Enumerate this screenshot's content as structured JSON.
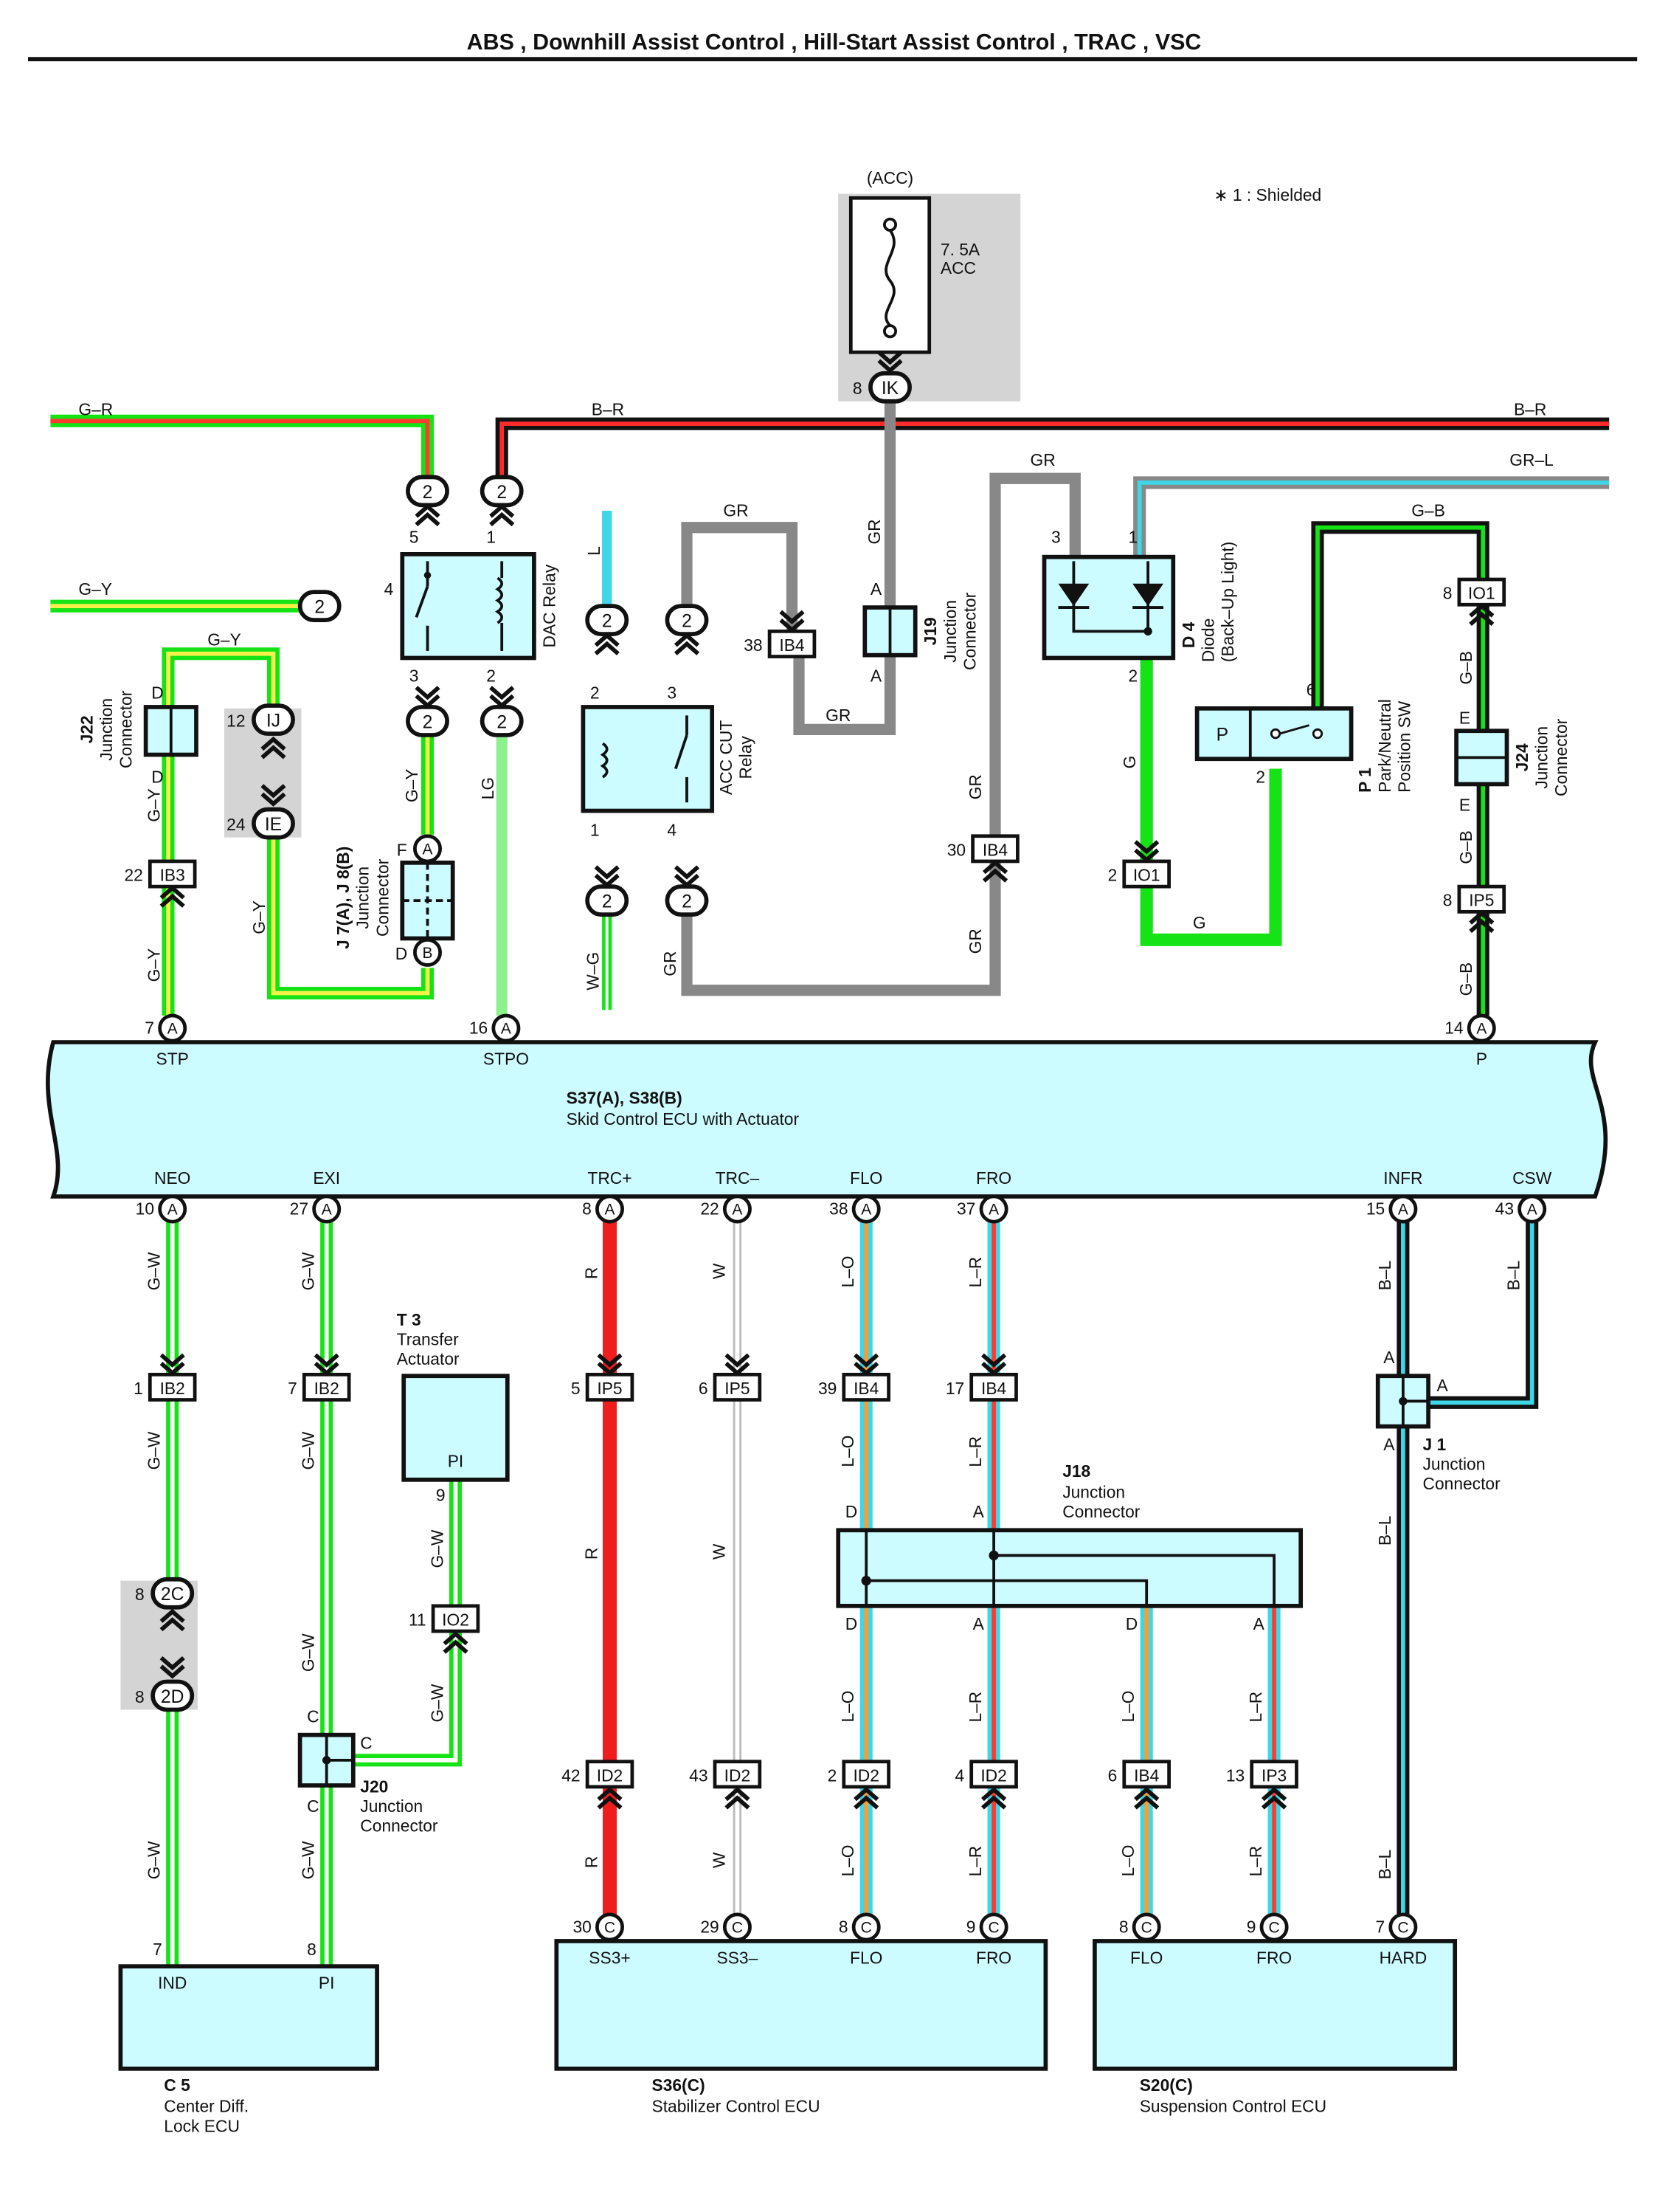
{
  "title": "ABS , Downhill Assist Control , Hill-Start Assist Control , TRAC , VSC",
  "note": "∗ 1 : Shielded",
  "colors": {
    "G-R": [
      "#15e315",
      "#ff3b2f"
    ],
    "G-Y": [
      "#15e315",
      "#f4f24a"
    ],
    "B-R": [
      "#111111",
      "#ff2b2b"
    ],
    "GR-L": [
      "#888888",
      "#3fd6e8"
    ],
    "G-B": [
      "#15e315",
      "#111111"
    ],
    "G-W": [
      "#15e315",
      "#ffffff"
    ],
    "W-G": [
      "#ffffff",
      "#15e315"
    ],
    "L-O": [
      "#3fd6e8",
      "#ff9a2e"
    ],
    "L-R": [
      "#3fd6e8",
      "#ff3b2f"
    ],
    "B-L": [
      "#111111",
      "#3fd6e8"
    ],
    "GR": "#888888",
    "G": "#15e315",
    "R": "#ef1d1d",
    "LG": "#8df28d",
    "L": "#3fd6e8",
    "W": "#ffffff"
  },
  "fuse": {
    "label_top": "(ACC)",
    "rating": "7. 5A",
    "name": "ACC"
  },
  "dac_relay": {
    "name": "DAC Relay"
  },
  "acc_cut_relay": {
    "name_line1": "ACC CUT",
    "name_line2": "Relay"
  },
  "j19": {
    "code": "J19",
    "desc1": "Junction",
    "desc2": "Connector"
  },
  "d4": {
    "code": "D 4",
    "desc1": "Diode",
    "desc2": "(Back–Up Light)"
  },
  "p1": {
    "code": "P 1",
    "desc1": "Park/Neutral",
    "desc2": "Position SW",
    "letter": "P"
  },
  "j24": {
    "code": "J24",
    "desc1": "Junction",
    "desc2": "Connector"
  },
  "j22": {
    "code": "J22",
    "desc1": "Junction",
    "desc2": "Connector"
  },
  "j7": {
    "code": "J 7(A), J 8(B)",
    "desc1": "Junction",
    "desc2": "Connector"
  },
  "ecu_main": {
    "code": "S37(A), S38(B)",
    "name": "Skid Control ECU with Actuator",
    "top_terminals": [
      "STP",
      "STPO",
      "P"
    ],
    "bottom_terminals": [
      "NEO",
      "EXI",
      "TRC+",
      "TRC–",
      "FLO",
      "FRO",
      "INFR",
      "CSW"
    ]
  },
  "t3": {
    "code": "T 3",
    "desc1": "Transfer",
    "desc2": "Actuator",
    "pin": "PI"
  },
  "j20": {
    "code": "J20",
    "desc1": "Junction",
    "desc2": "Connector"
  },
  "j18": {
    "code": "J18",
    "desc1": "Junction",
    "desc2": "Connector"
  },
  "j1": {
    "code": "J 1",
    "desc1": "Junction",
    "desc2": "Connector"
  },
  "c5": {
    "code": "C 5",
    "desc1": "Center Diff.",
    "desc2": "Lock ECU",
    "pins": [
      "IND",
      "PI"
    ]
  },
  "s36": {
    "code": "S36(C)",
    "desc": "Stabilizer Control ECU",
    "pins": [
      "SS3+",
      "SS3–",
      "FLO",
      "FRO"
    ]
  },
  "s20": {
    "code": "S20(C)",
    "desc": "Suspension Control ECU",
    "pins": [
      "FLO",
      "FRO",
      "HARD"
    ]
  },
  "wire_labels": [
    "G–R",
    "G–Y",
    "B–R",
    "GR",
    "GR–L",
    "G–B",
    "L",
    "LG",
    "G",
    "W–G",
    "G–W",
    "R",
    "W",
    "L–O",
    "L–R",
    "B–L"
  ],
  "connectors": [
    "IK",
    "IB4",
    "IB3",
    "IJ",
    "IE",
    "IO1",
    "IP5",
    "IB2",
    "IO2",
    "2C",
    "2D",
    "ID2",
    "IP3"
  ]
}
